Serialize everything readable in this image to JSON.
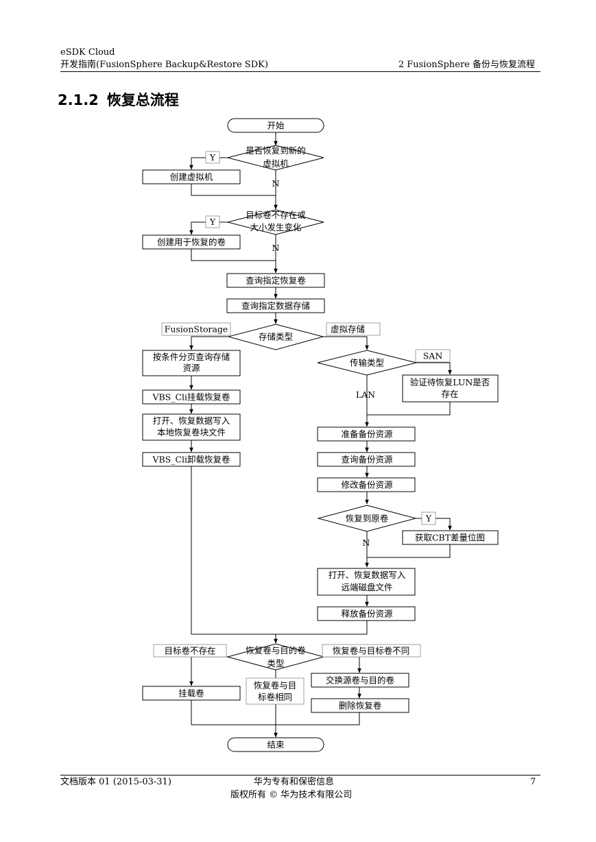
{
  "header": {
    "product": "eSDK Cloud",
    "guide": "开发指南(FusionSphere Backup&Restore SDK)",
    "chapter": "2  FusionSphere 备份与恢复流程"
  },
  "section": {
    "number": "2.1.2",
    "title": "恢复总流程"
  },
  "flowchart": {
    "start": "开始",
    "end": "结束",
    "d_new_vm_1": "是否恢复到新的",
    "d_new_vm_2": "虚拟机",
    "create_vm": "创建虚拟机",
    "d_target_1": "目标卷不存在或",
    "d_target_2": "大小发生变化",
    "create_restore_vol": "创建用于恢复的卷",
    "query_restore_vol": "查询指定恢复卷",
    "query_datastore": "查询指定数据存储",
    "d_storage_type": "存储类型",
    "lbl_fusionstorage": "FusionStorage",
    "lbl_virtual_storage": "虚拟存储",
    "query_storage_1": "按条件分页查询存储",
    "query_storage_2": "资源",
    "vbs_attach": "VBS_Cli挂载恢复卷",
    "write_local_1": "打开、恢复数据写入",
    "write_local_2": "本地恢复卷块文件",
    "vbs_detach": "VBS_Cli卸载恢复卷",
    "d_transport": "传输类型",
    "lbl_san": "SAN",
    "verify_lun_1": "验证待恢复LUN是否",
    "verify_lun_2": "存在",
    "lbl_lan": "LAN",
    "prepare_backup": "准备备份资源",
    "query_backup": "查询备份资源",
    "modify_backup": "修改备份资源",
    "d_restore_orig": "恢复到原卷",
    "get_cbt": "获取CBT差量位图",
    "write_remote_1": "打开、恢复数据写入",
    "write_remote_2": "远端磁盘文件",
    "release_backup": "释放备份资源",
    "d_vol_type_1": "恢复卷与目的卷",
    "d_vol_type_2": "类型",
    "lbl_not_exist": "目标卷不存在",
    "lbl_diff": "恢复卷与目标卷不同",
    "lbl_same_1": "恢复卷与目",
    "lbl_same_2": "标卷相同",
    "attach_vol": "挂载卷",
    "swap_vol": "交换源卷与目的卷",
    "delete_restore_vol": "删除恢复卷",
    "y": "Y",
    "n": "N"
  },
  "footer": {
    "doc_version": "文档版本  01 (2015-03-31)",
    "confidential": "华为专有和保密信息",
    "copyright": "版权所有  ©  华为技术有限公司",
    "page": "7"
  }
}
